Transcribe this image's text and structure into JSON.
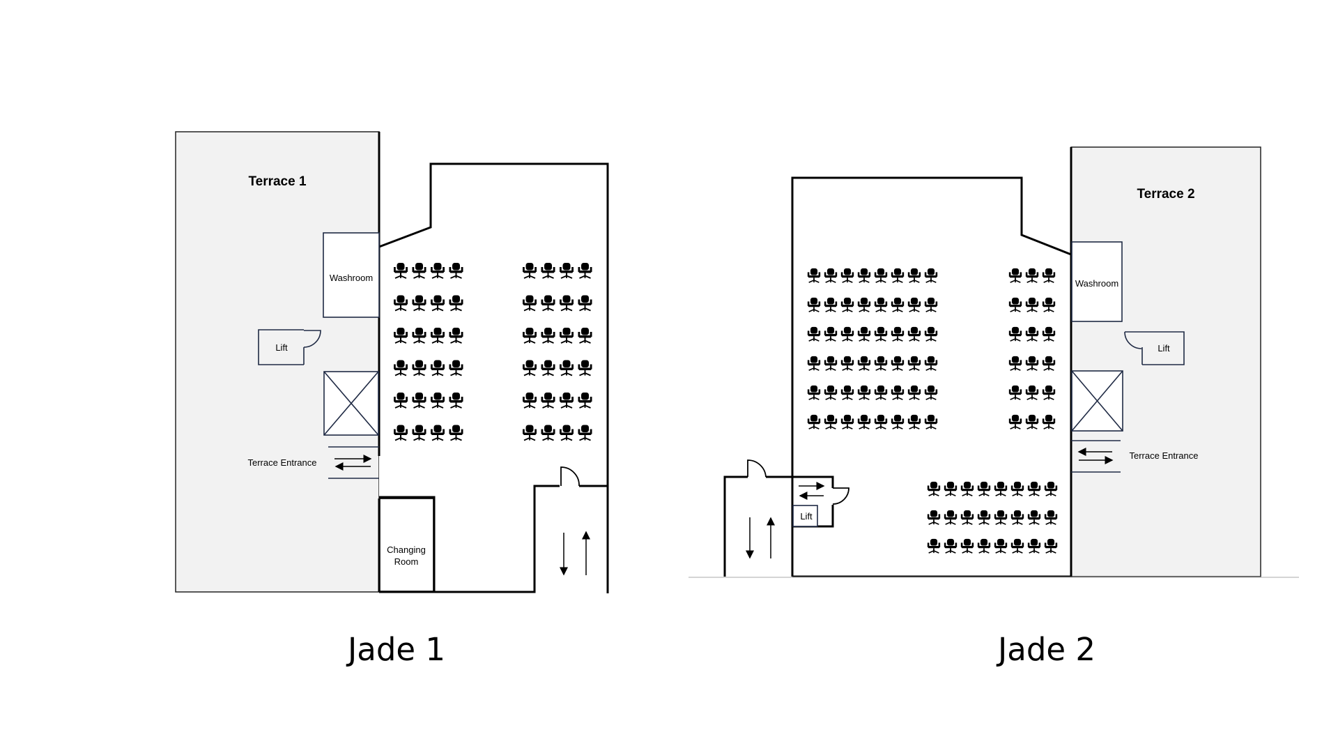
{
  "plans": [
    {
      "caption": "Jade 1",
      "terrace_label": "Terrace 1",
      "washroom_label": "Washroom",
      "lift_label": "Lift",
      "entrance_label": "Terrace Entrance",
      "changing_label_line1": "Changing",
      "changing_label_line2": "Room"
    },
    {
      "caption": "Jade 2",
      "terrace_label": "Terrace 2",
      "washroom_label": "Washroom",
      "lift_label": "Lift",
      "entrance_label": "Terrace Entrance",
      "small_lift_label": "Lift"
    }
  ]
}
